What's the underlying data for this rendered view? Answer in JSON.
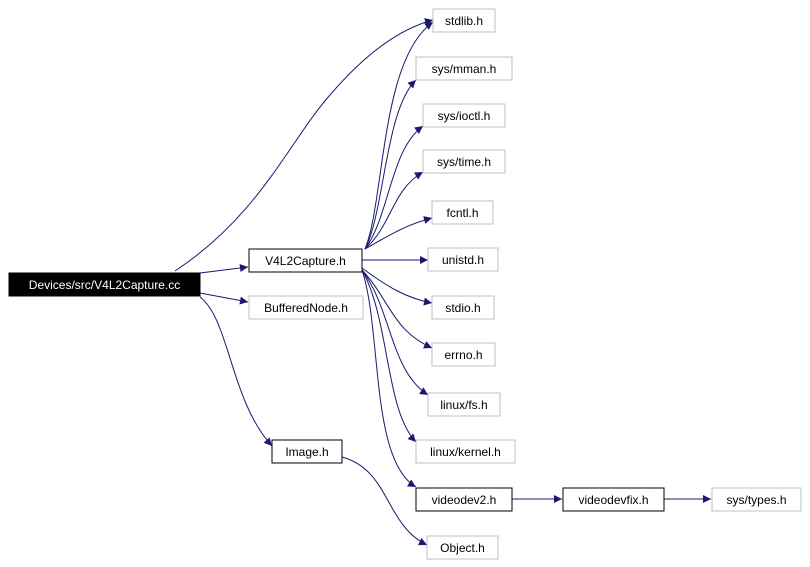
{
  "diagram": {
    "nodes": [
      {
        "id": "root",
        "label": "Devices/src/V4L2Capture.cc",
        "style": "root"
      },
      {
        "id": "v4l2",
        "label": "V4L2Capture.h",
        "style": "solid"
      },
      {
        "id": "buffered",
        "label": "BufferedNode.h",
        "style": "light"
      },
      {
        "id": "image",
        "label": "Image.h",
        "style": "solid"
      },
      {
        "id": "stdlib",
        "label": "stdlib.h",
        "style": "light"
      },
      {
        "id": "mman",
        "label": "sys/mman.h",
        "style": "light"
      },
      {
        "id": "ioctl",
        "label": "sys/ioctl.h",
        "style": "light"
      },
      {
        "id": "time",
        "label": "sys/time.h",
        "style": "light"
      },
      {
        "id": "fcntl",
        "label": "fcntl.h",
        "style": "light"
      },
      {
        "id": "unistd",
        "label": "unistd.h",
        "style": "light"
      },
      {
        "id": "stdio",
        "label": "stdio.h",
        "style": "light"
      },
      {
        "id": "errno",
        "label": "errno.h",
        "style": "light"
      },
      {
        "id": "fs",
        "label": "linux/fs.h",
        "style": "light"
      },
      {
        "id": "kernel",
        "label": "linux/kernel.h",
        "style": "light"
      },
      {
        "id": "videodev2",
        "label": "videodev2.h",
        "style": "solid"
      },
      {
        "id": "videodevfix",
        "label": "videodevfix.h",
        "style": "solid"
      },
      {
        "id": "systypes",
        "label": "sys/types.h",
        "style": "light"
      },
      {
        "id": "object",
        "label": "Object.h",
        "style": "light"
      }
    ],
    "edges": [
      {
        "from": "root",
        "to": "stdlib"
      },
      {
        "from": "root",
        "to": "v4l2"
      },
      {
        "from": "root",
        "to": "buffered"
      },
      {
        "from": "root",
        "to": "image"
      },
      {
        "from": "v4l2",
        "to": "stdlib"
      },
      {
        "from": "v4l2",
        "to": "mman"
      },
      {
        "from": "v4l2",
        "to": "ioctl"
      },
      {
        "from": "v4l2",
        "to": "time"
      },
      {
        "from": "v4l2",
        "to": "fcntl"
      },
      {
        "from": "v4l2",
        "to": "unistd"
      },
      {
        "from": "v4l2",
        "to": "stdio"
      },
      {
        "from": "v4l2",
        "to": "errno"
      },
      {
        "from": "v4l2",
        "to": "fs"
      },
      {
        "from": "v4l2",
        "to": "kernel"
      },
      {
        "from": "v4l2",
        "to": "videodev2"
      },
      {
        "from": "videodev2",
        "to": "videodevfix"
      },
      {
        "from": "videodevfix",
        "to": "systypes"
      },
      {
        "from": "image",
        "to": "object"
      }
    ],
    "colors": {
      "edge": "#191970",
      "root_fill": "#000000",
      "root_text": "#ffffff",
      "solid_border": "#000000",
      "light_border": "#bfbfbf",
      "text": "#000000"
    }
  }
}
